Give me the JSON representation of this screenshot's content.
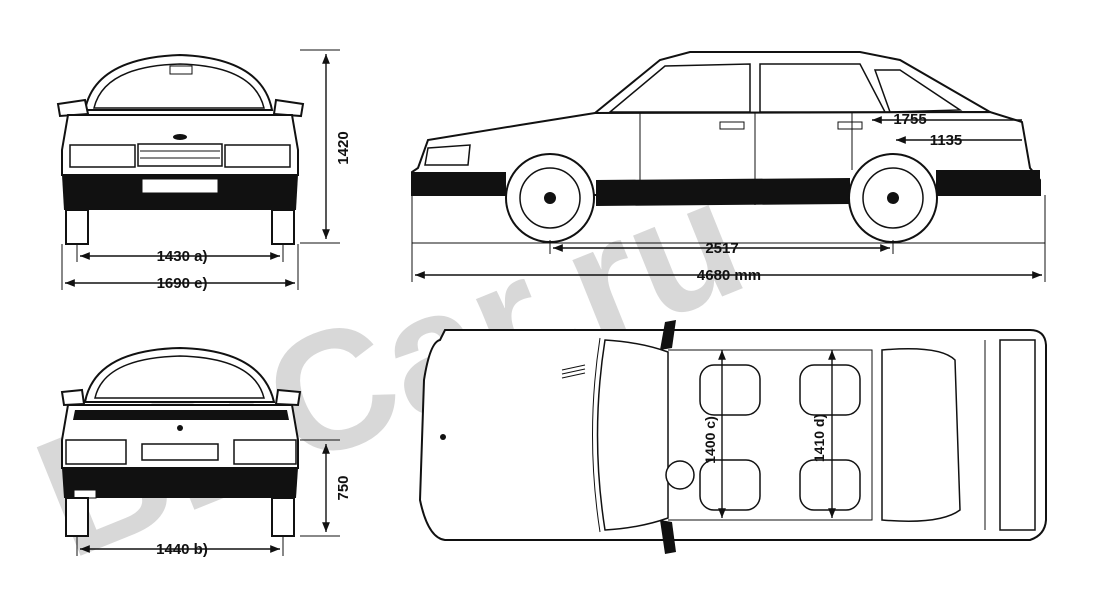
{
  "watermark": "BBCar.ru",
  "dimensions": {
    "height": "1420",
    "front_track": "1430 a)",
    "width": "1690 e)",
    "rear_height": "750",
    "rear_track": "1440 b)",
    "overhang_a": "1755",
    "overhang_b": "1135",
    "wheelbase": "2517",
    "length": "4680 mm",
    "front_headroom": "1400 c)",
    "rear_headroom": "1410 d)"
  }
}
